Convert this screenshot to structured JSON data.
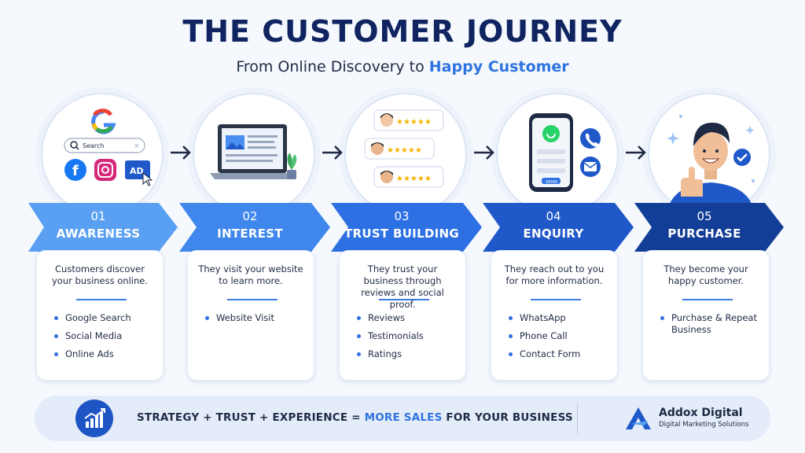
{
  "header": {
    "title": "THE CUSTOMER JOURNEY",
    "subtitle_prefix": "From Online Discovery to ",
    "subtitle_highlight": "Happy Customer"
  },
  "illustrations": {
    "search_label": "Search",
    "ad_label": "AD",
    "send_label": "SEND"
  },
  "stages": [
    {
      "number": "01",
      "label": "AWARENESS",
      "color": "#5aa0f2",
      "description": "Customers discover your business online.",
      "items": [
        "Google Search",
        "Social Media",
        "Online Ads"
      ]
    },
    {
      "number": "02",
      "label": "INTEREST",
      "color": "#3f87ec",
      "description": "They visit your website to learn more.",
      "items": [
        "Website Visit"
      ]
    },
    {
      "number": "03",
      "label": "TRUST BUILDING",
      "color": "#2c70e3",
      "description": "They trust your business through reviews and social proof.",
      "items": [
        "Reviews",
        "Testimonials",
        "Ratings"
      ]
    },
    {
      "number": "04",
      "label": "ENQUIRY",
      "color": "#1f58c9",
      "description": "They reach out to you for more information.",
      "items": [
        "WhatsApp",
        "Phone Call",
        "Contact Form"
      ]
    },
    {
      "number": "05",
      "label": "PURCHASE",
      "color": "#123e97",
      "description": "They become your happy customer.",
      "items": [
        "Purchase & Repeat Business"
      ]
    }
  ],
  "footer": {
    "tagline_prefix": "STRATEGY + TRUST + EXPERIENCE = ",
    "tagline_highlight": "MORE SALES",
    "tagline_suffix": " FOR YOUR BUSINESS",
    "brand_name": "Addox Digital",
    "brand_sub": "Digital Marketing Solutions"
  },
  "colors": {
    "title": "#0f2460",
    "accent": "#2f74e0",
    "dark_blue": "#1d55c4"
  }
}
